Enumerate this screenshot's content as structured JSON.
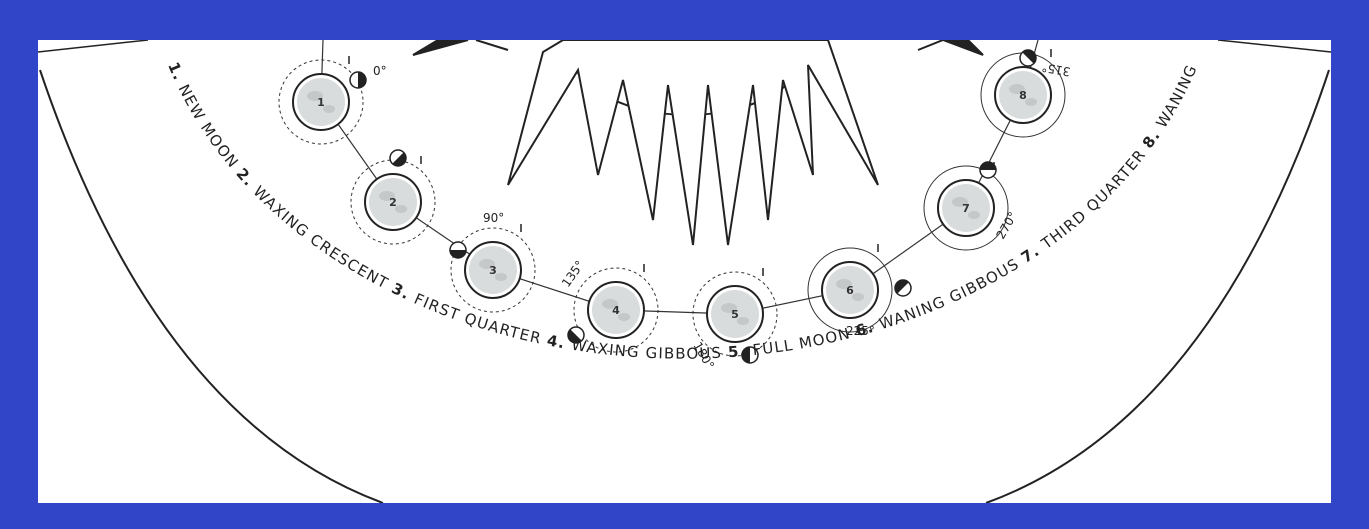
{
  "phases": [
    {
      "num": "1.",
      "name": "NEW MOON",
      "marker": "1",
      "angle_label": "0°"
    },
    {
      "num": "2.",
      "name": "WAXING CRESCENT",
      "marker": "2",
      "angle_label": ""
    },
    {
      "num": "3.",
      "name": "FIRST QUARTER",
      "marker": "3",
      "angle_label": "90°"
    },
    {
      "num": "4.",
      "name": "WAXING GIBBOUS",
      "marker": "4",
      "angle_label": "135°"
    },
    {
      "num": "5.",
      "name": "FULL MOON",
      "marker": "5",
      "angle_label": "180°"
    },
    {
      "num": "6.",
      "name": "WANING GIBBOUS",
      "marker": "6",
      "angle_label": "225°"
    },
    {
      "num": "7.",
      "name": "THIRD QUARTER",
      "marker": "7",
      "angle_label": "270°"
    },
    {
      "num": "8.",
      "name": "WANING CRESCENT",
      "marker": "8",
      "angle_label": "315°"
    }
  ],
  "colors": {
    "frame": "#3045c8",
    "background": "#ffffff",
    "ink": "#222222",
    "moon_fill": "#d9dcdc"
  }
}
